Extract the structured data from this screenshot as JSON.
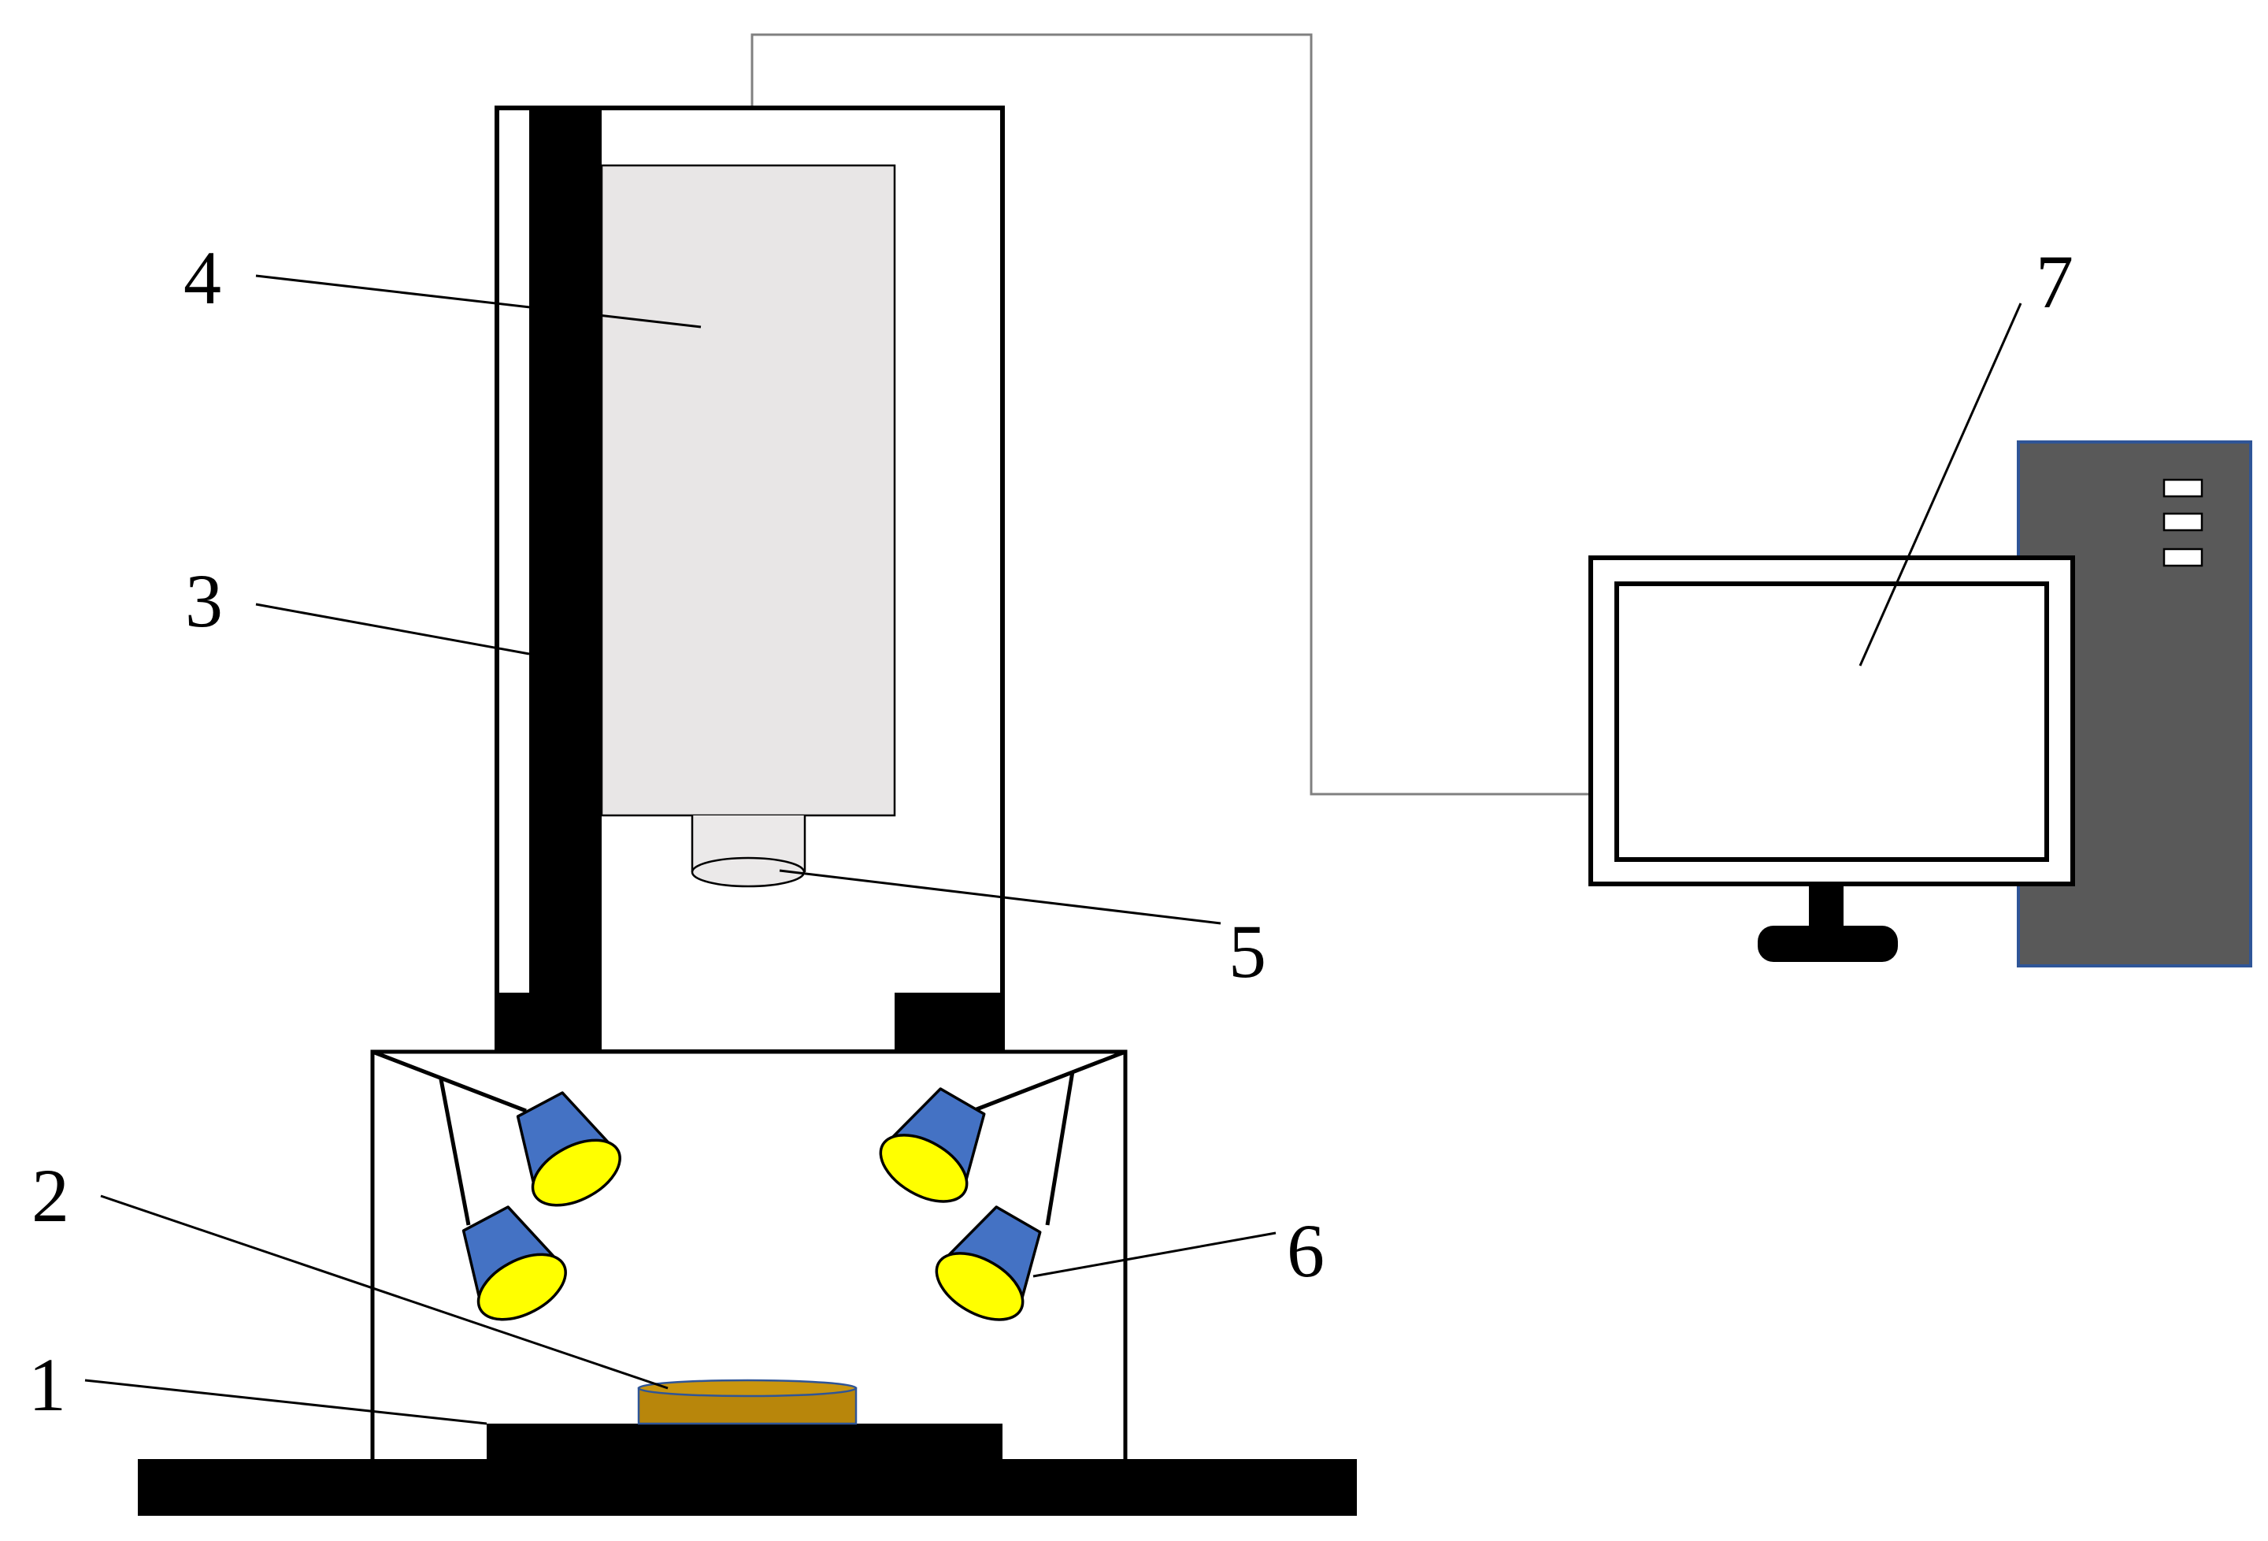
{
  "labels": {
    "base_plate": "1",
    "sample": "2",
    "column": "3",
    "camera_body": "4",
    "lens": "5",
    "light_source": "6",
    "computer": "7"
  },
  "colors": {
    "camera_body": "#e8e6e6",
    "lens": "#ebe9e9",
    "sample": "#b8860b",
    "lamp_body": "#4472c4",
    "lamp_face": "#ffff00",
    "computer_case": "#595959",
    "computer_case_border": "#2f5597",
    "cable": "#808080",
    "structure": "#000000"
  },
  "icons": {
    "lamp": "spotlight-icon",
    "monitor": "monitor-icon",
    "tower": "computer-tower-icon"
  }
}
